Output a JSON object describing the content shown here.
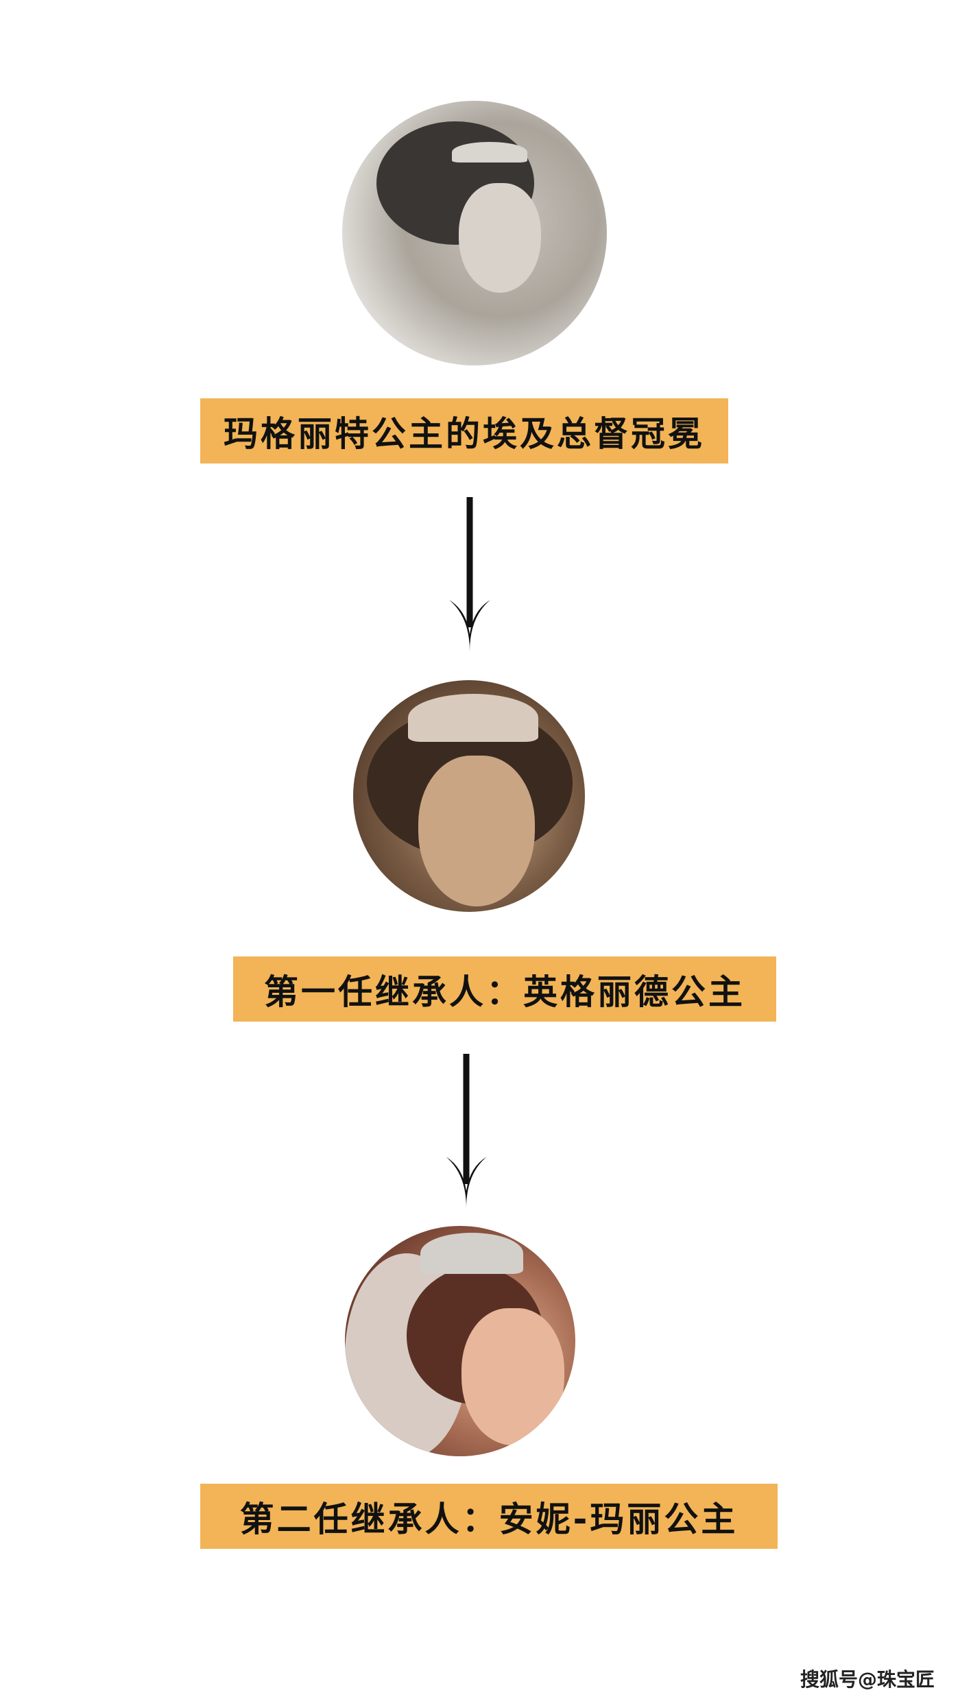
{
  "nodes": [
    {
      "label": "玛格丽特公主的埃及总督冠冕",
      "portrait": "margaret-portrait"
    },
    {
      "label": "第一任继承人：英格丽德公主",
      "portrait": "ingrid-portrait"
    },
    {
      "label": "第二任继承人：安妮-玛丽公主",
      "portrait": "anne-marie-portrait"
    }
  ],
  "watermark": "搜狐号@珠宝匠",
  "colors": {
    "label_bg": "#f2b456",
    "arrow": "#111111"
  }
}
